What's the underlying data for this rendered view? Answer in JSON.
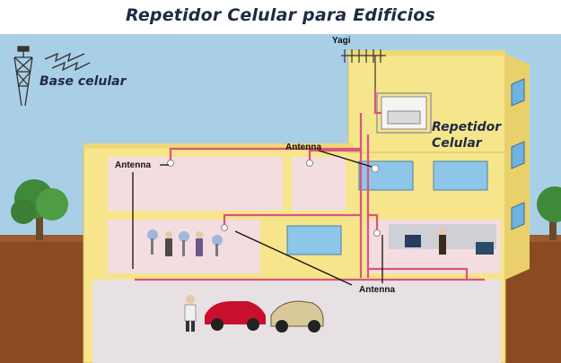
{
  "title": "Repetidor Celular para Edificios",
  "labels": {
    "base": "Base celular",
    "yagi": "Yagi",
    "repeater_line1": "Repetidor",
    "repeater_line2": "Celular",
    "antenna_left": "Antenna",
    "antenna_top": "Antenna",
    "antenna_bottom": "Antenna"
  },
  "colors": {
    "sky": "#a9cfe6",
    "ground": "#8a4a22",
    "building": "#f6e58a",
    "cable": "#d9557e"
  }
}
